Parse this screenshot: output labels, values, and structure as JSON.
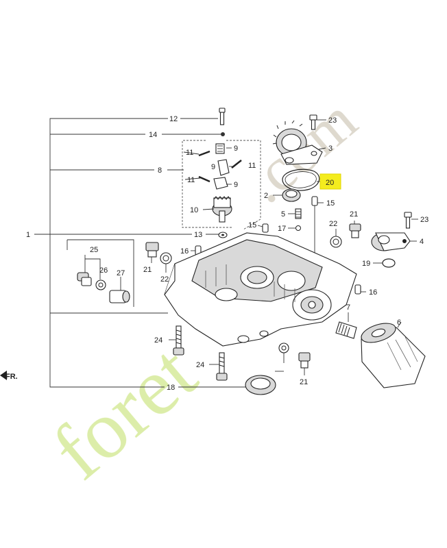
{
  "diagram": {
    "callouts": {
      "c1": "1",
      "c2": "2",
      "c3": "3",
      "c4": "4",
      "c5": "5",
      "c6": "6",
      "c7": "7",
      "c8": "8",
      "c9a": "9",
      "c9b": "9",
      "c9c": "9",
      "c10": "10",
      "c11a": "11",
      "c11b": "11",
      "c11c": "11",
      "c12": "12",
      "c13": "13",
      "c14": "14",
      "c15a": "15",
      "c15b": "15",
      "c16a": "16",
      "c16b": "16",
      "c17": "17",
      "c18": "18",
      "c19": "19",
      "c20": "20",
      "c21a": "21",
      "c21b": "21",
      "c21c": "21",
      "c22a": "22",
      "c22b": "22",
      "c23a": "23",
      "c23b": "23",
      "c24a": "24",
      "c24b": "24",
      "c25": "25",
      "c26": "26",
      "c27": "27"
    },
    "direction_label": "FR.",
    "highlight_color": "#f4ec1e",
    "watermark": {
      "text_left": "foret",
      "text_right": ".com",
      "color_left": "#d6ea9a",
      "color_right": "#d8d2c6"
    }
  }
}
